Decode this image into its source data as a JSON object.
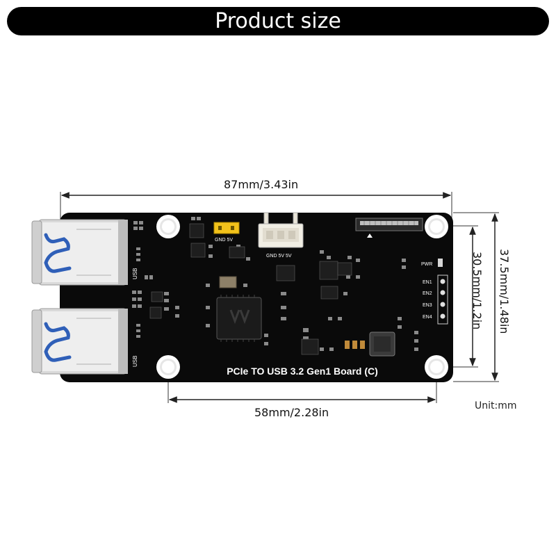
{
  "header": {
    "title": "Product size"
  },
  "dimensions": {
    "width_total": "87mm/3.43in",
    "height_total": "37.5mm/1.48in",
    "hole_height": "30.5mm/1.2in",
    "hole_width": "58mm/2.28in"
  },
  "unit_note": "Unit:mm",
  "board": {
    "name": "PCIe TO USB 3.2 Gen1 Board (C)",
    "labels": {
      "usb1": "USB",
      "usb2": "USB",
      "pwr": "PWR",
      "en1": "EN1",
      "en2": "EN2",
      "en3": "EN3",
      "en4": "EN4",
      "jumper": "GND 5V",
      "connector": "GND 5V 5V"
    },
    "colors": {
      "pcb": "#0a0a0a",
      "usb_tongue": "#2f5fb8",
      "jumper": "#f2c21b",
      "connector": "#f1eee4",
      "chip": "#1c1c1c"
    }
  }
}
